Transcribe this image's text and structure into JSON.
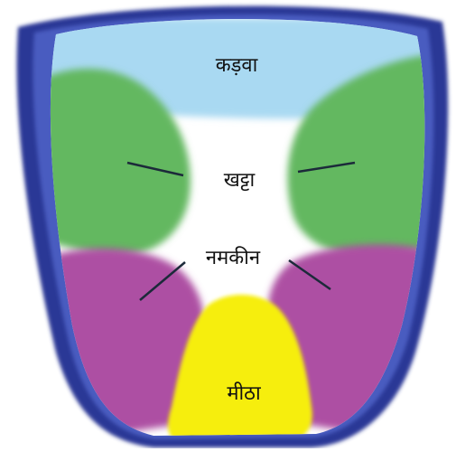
{
  "labels": {
    "bitter": "कड़वा",
    "sour": "खट्टा",
    "salty": "नमकीन",
    "sweet": "मीठा"
  },
  "colors": {
    "outline_dark": "#2c3796",
    "outline_mid": "#4657b8",
    "bitter_region": "#a9d9f2",
    "sour_region": "#63b860",
    "salty_region": "#ad4fa3",
    "sweet_region": "#f6ee10",
    "center_region": "#ffffff",
    "marker_lines": "#1c2a3a"
  }
}
